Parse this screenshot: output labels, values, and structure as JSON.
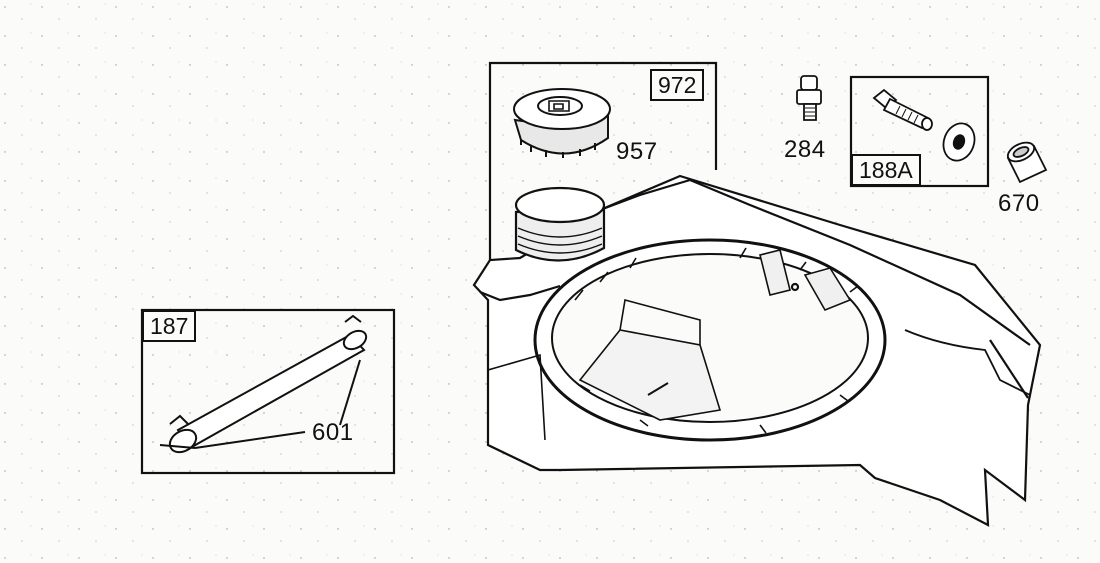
{
  "diagram": {
    "kit_labels": {
      "tank_kit": "972",
      "fuel_line_kit": "187",
      "screw_kit": "188A"
    },
    "part_labels": {
      "fuel_cap": "957",
      "fitting": "284",
      "fuel_line": "601",
      "bushing": "670"
    }
  }
}
